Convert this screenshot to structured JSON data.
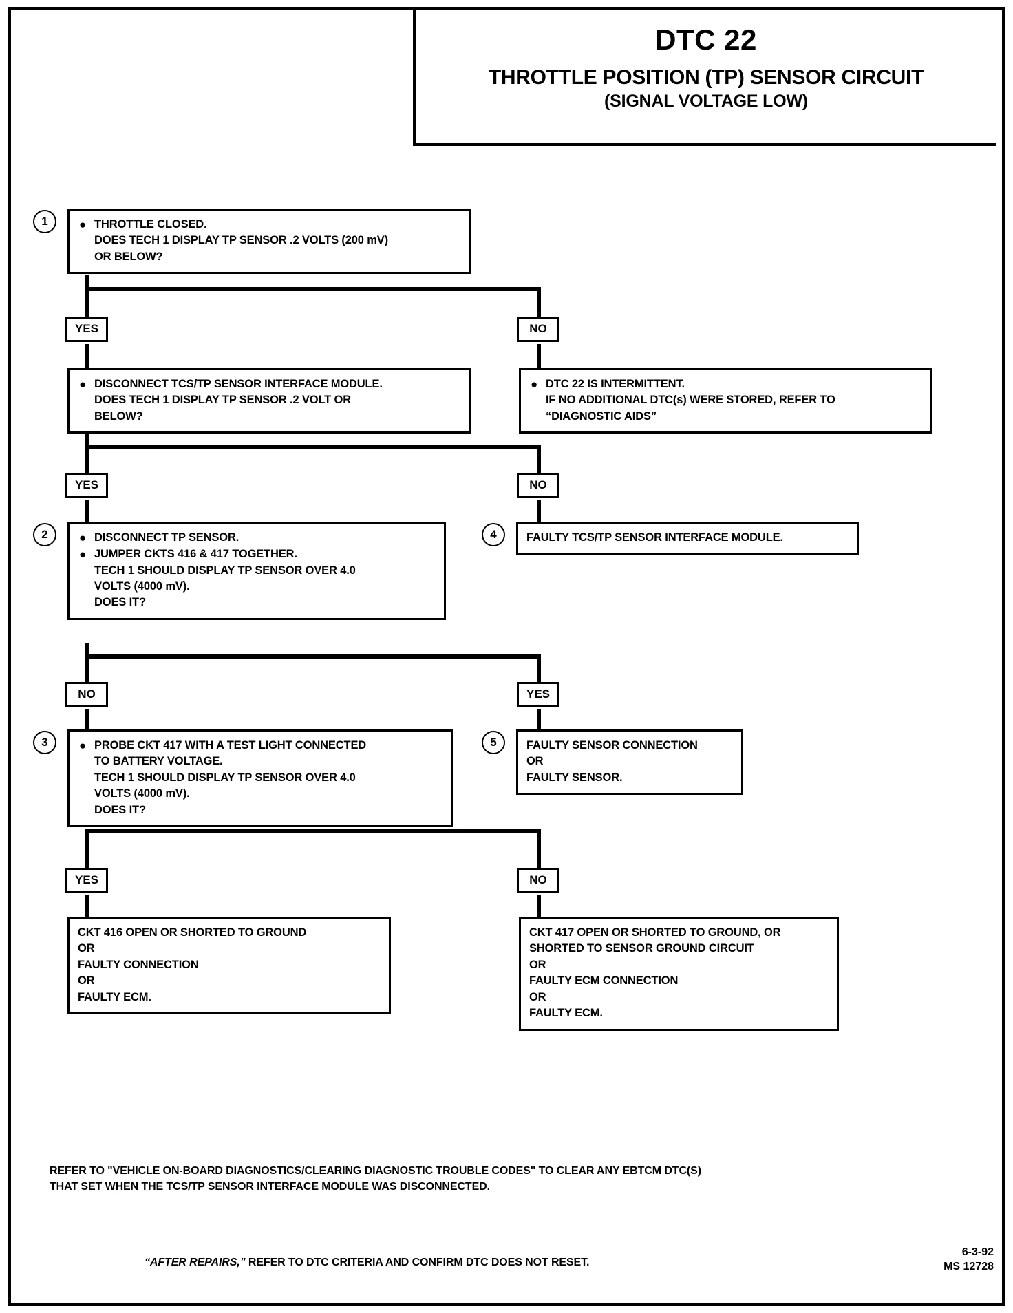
{
  "header": {
    "code": "DTC 22",
    "title": "THROTTLE POSITION (TP) SENSOR CIRCUIT",
    "subtitle": "(SIGNAL VOLTAGE LOW)"
  },
  "steps": {
    "s1": {
      "number": "1",
      "line1": "THROTTLE CLOSED.",
      "line2": "DOES TECH 1 DISPLAY TP SENSOR .2 VOLTS (200 mV)",
      "line3": "OR BELOW?"
    },
    "s1_yes_box": {
      "line1": "DISCONNECT TCS/TP SENSOR INTERFACE MODULE.",
      "line2": "DOES TECH 1 DISPLAY TP SENSOR .2 VOLT OR",
      "line3": "BELOW?"
    },
    "s1_no_box": {
      "line1": "DTC 22 IS INTERMITTENT.",
      "line2": "IF NO ADDITIONAL DTC(s) WERE STORED, REFER TO",
      "line3": "“DIAGNOSTIC AIDS”"
    },
    "s2": {
      "number": "2",
      "line1": "DISCONNECT TP SENSOR.",
      "line2": "JUMPER CKTS 416 & 417 TOGETHER.",
      "line3": "TECH 1 SHOULD DISPLAY TP SENSOR OVER 4.0",
      "line4": "VOLTS (4000 mV).",
      "line5": "DOES IT?"
    },
    "s4": {
      "number": "4",
      "line1": "FAULTY TCS/TP SENSOR INTERFACE MODULE."
    },
    "s3": {
      "number": "3",
      "line1": "PROBE CKT 417 WITH A TEST LIGHT CONNECTED",
      "line2": "TO BATTERY VOLTAGE.",
      "line3": "TECH 1 SHOULD DISPLAY TP SENSOR OVER 4.0",
      "line4": "VOLTS (4000 mV).",
      "line5": "DOES IT?"
    },
    "s5": {
      "number": "5",
      "line1": "FAULTY SENSOR CONNECTION",
      "line2": "OR",
      "line3": "FAULTY SENSOR."
    },
    "result_left": {
      "line1": "CKT 416 OPEN OR SHORTED TO GROUND",
      "line2": "OR",
      "line3": "FAULTY CONNECTION",
      "line4": "OR",
      "line5": "FAULTY ECM."
    },
    "result_right": {
      "line1": "CKT 417 OPEN OR SHORTED TO GROUND, OR",
      "line2": "SHORTED TO SENSOR GROUND CIRCUIT",
      "line3": "OR",
      "line4": "FAULTY ECM CONNECTION",
      "line5": "OR",
      "line6": "FAULTY ECM."
    }
  },
  "branch_labels": {
    "yes1": "YES",
    "no1": "NO",
    "yes2": "YES",
    "no2": "NO",
    "no3": "NO",
    "yes3": "YES",
    "yes4": "YES",
    "no4": "NO"
  },
  "footer": {
    "note_line1": "REFER TO \"VEHICLE ON-BOARD DIAGNOSTICS/CLEARING DIAGNOSTIC TROUBLE CODES\" TO CLEAR ANY EBTCM DTC(S)",
    "note_line2": "THAT SET WHEN THE TCS/TP SENSOR INTERFACE MODULE WAS DISCONNECTED.",
    "repairs_italic": "“AFTER REPAIRS,”",
    "repairs_rest": " REFER TO DTC CRITERIA AND CONFIRM DTC DOES NOT RESET.",
    "date": "6-3-92",
    "doc_id": "MS 12728"
  },
  "colors": {
    "ink": "#000000",
    "paper": "#ffffff"
  },
  "bullet_glyph": "●"
}
